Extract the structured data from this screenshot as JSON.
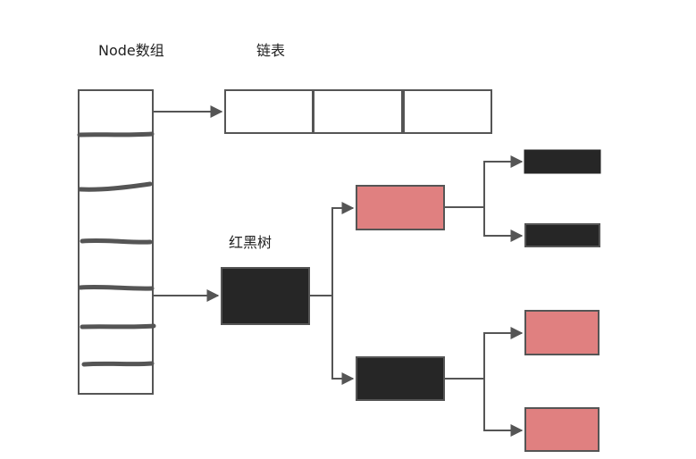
{
  "labels": {
    "node_array": "Node数组",
    "linked_list": "链表",
    "red_black_tree": "红黑树"
  },
  "colors": {
    "background": "#ffffff",
    "outline": "#555555",
    "black_node": "#262626",
    "red_node": "#e08080",
    "slot_marker": "#555555",
    "edge": "#555555"
  },
  "node_array": {
    "marked_slots": 6
  },
  "linked_list": {
    "node_count": 3
  },
  "red_black_tree": {
    "root": "black",
    "level_1": [
      "red",
      "black"
    ],
    "level_2": [
      "black",
      "black",
      "red",
      "red"
    ]
  }
}
